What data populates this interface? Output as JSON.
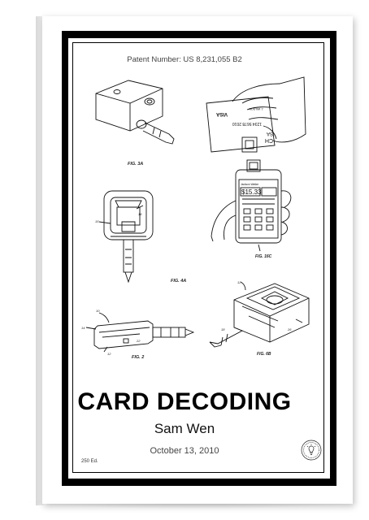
{
  "poster": {
    "patent_number": "Patent Number: US 8,231,055 B2",
    "title": "CARD DECODING",
    "author": "Sam Wen",
    "date": "October 13, 2010",
    "edition": "250 Ed."
  },
  "figures": {
    "fig_3a": "FIG. 3A",
    "fig_16c": "FIG. 16C",
    "fig_4a": "FIG. 4A",
    "fig_2": "FIG. 2",
    "fig_6b": "FIG. 6B",
    "card_visa": "VISA",
    "card_name": "J. WILSON",
    "card_number": "1234 5678 2010",
    "card_chase": "CH",
    "card_sa": "SA",
    "phone_amount": "$15.33",
    "phone_name": "Jackson Walker",
    "ref_15": "15",
    "ref_16": "16",
    "ref_10": "10",
    "ref_14": "14",
    "ref_12": "12",
    "ref_22": "22",
    "ref_18": "18",
    "ref_26": "26"
  },
  "colors": {
    "frame": "#000000",
    "ink": "#111111",
    "canvas": "#ffffff"
  }
}
